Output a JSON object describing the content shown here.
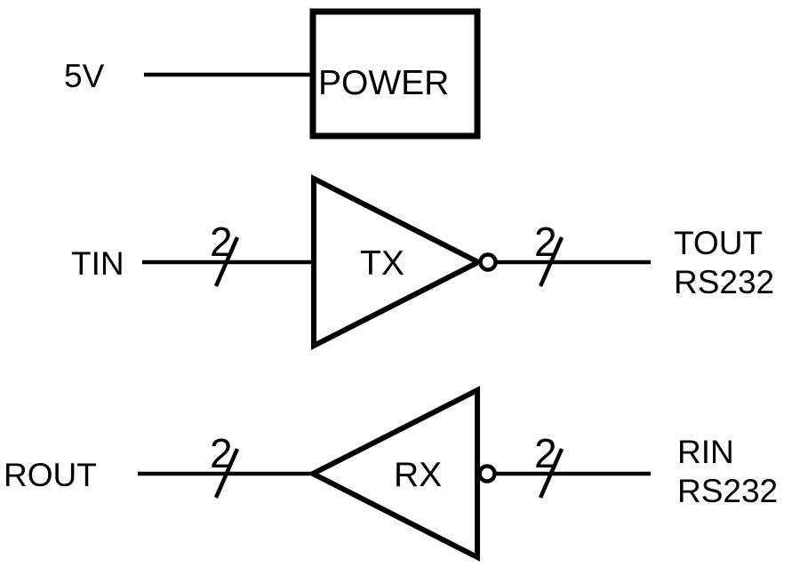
{
  "colors": {
    "stroke": "#000000",
    "background": "#ffffff",
    "text": "#000000"
  },
  "power": {
    "input_label": "5V",
    "block_label": "POWER"
  },
  "tx": {
    "input_label": "TIN",
    "block_label": "TX",
    "output_label_line1": "TOUT",
    "output_label_line2": "RS232",
    "bus_width_left": "2",
    "bus_width_right": "2"
  },
  "rx": {
    "output_label": "ROUT",
    "block_label": "RX",
    "input_label_line1": "RIN",
    "input_label_line2": "RS232",
    "bus_width_left": "2",
    "bus_width_right": "2"
  }
}
